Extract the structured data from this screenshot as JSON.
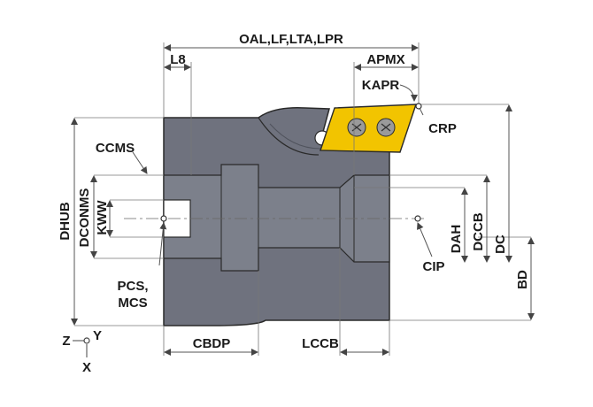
{
  "labels": {
    "oal": "OAL,LF,LTA,LPR",
    "l8": "L8",
    "apmx": "APMX",
    "kapr": "KAPR",
    "crp": "CRP",
    "ccms": "CCMS",
    "dhub": "DHUB",
    "dconms": "DCONMS",
    "kww": "KWW",
    "dah": "DAH",
    "dccb": "DCCB",
    "dc": "DC",
    "bd": "BD",
    "cip": "CIP",
    "pcs": "PCS,",
    "mcs": "MCS",
    "cbdp": "CBDP",
    "lccb": "LCCB",
    "axis_z": "Z",
    "axis_y": "Y",
    "axis_x": "X"
  },
  "colors": {
    "body": "#6f727e",
    "insert": "#f2c400",
    "outline": "#2a2a2a",
    "dimension": "#555555"
  }
}
